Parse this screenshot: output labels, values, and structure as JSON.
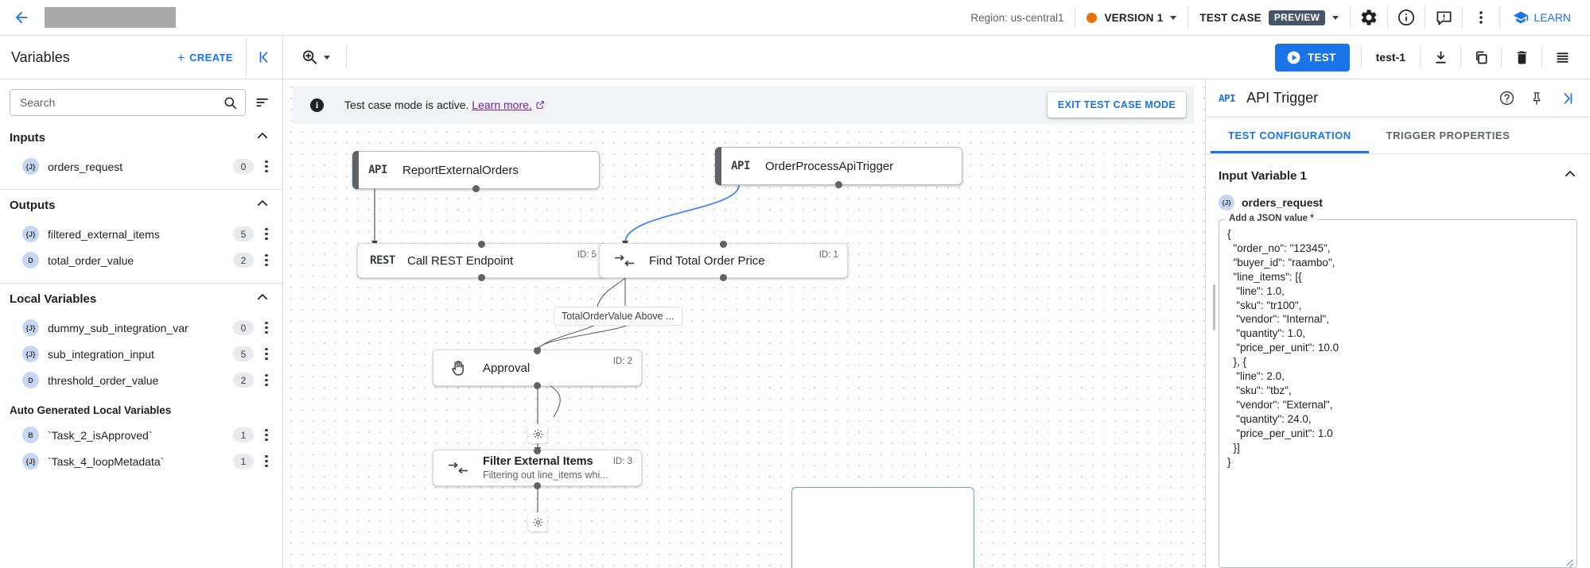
{
  "header": {
    "back_icon": "arrow-left-icon",
    "title_redacted": "",
    "region": "Region: us-central1",
    "version_label": "VERSION 1",
    "version_color": "#e8710a",
    "testcase_label": "TEST CASE",
    "preview_badge": "PREVIEW",
    "icons": [
      "gear-icon",
      "info-icon",
      "feedback-icon",
      "more-vert-icon"
    ],
    "learn_label": "LEARN"
  },
  "toolbar": {
    "panel_title": "Variables",
    "create_label": "CREATE",
    "collapse_icon": "collapse-left-icon",
    "zoom_icon": "zoom-in-icon",
    "test_label": "TEST",
    "test_name": "test-1",
    "icons": [
      "download-icon",
      "copy-icon",
      "delete-icon",
      "list-icon"
    ]
  },
  "sidebar": {
    "search_placeholder": "Search",
    "search_value": "",
    "sort_icon": "sort-icon",
    "sections": [
      {
        "title": "Inputs",
        "items": [
          {
            "type": "{J}",
            "name": "orders_request",
            "count": "0"
          }
        ]
      },
      {
        "title": "Outputs",
        "items": [
          {
            "type": "{J}",
            "name": "filtered_external_items",
            "count": "5"
          },
          {
            "type": "D",
            "name": "total_order_value",
            "count": "2"
          }
        ]
      },
      {
        "title": "Local Variables",
        "items": [
          {
            "type": "{J}",
            "name": "dummy_sub_integration_var",
            "count": "0"
          },
          {
            "type": "{J}",
            "name": "sub_integration_input",
            "count": "5"
          },
          {
            "type": "D",
            "name": "threshold_order_value",
            "count": "2"
          }
        ]
      }
    ],
    "auto_generated_title": "Auto Generated Local Variables",
    "auto_generated_items": [
      {
        "type": "B",
        "name": "`Task_2_isApproved`",
        "count": "1"
      },
      {
        "type": "{J}",
        "name": "`Task_4_loopMetadata`",
        "count": "1"
      }
    ]
  },
  "canvas": {
    "banner": {
      "info_icon": "info-filled-icon",
      "text": "Test case mode is active.",
      "link": "Learn more.",
      "link_icon": "external-link-icon",
      "exit_label": "EXIT TEST CASE MODE"
    },
    "nodes": [
      {
        "kind": "trigger",
        "icon": "API",
        "title": "ReportExternalOrders",
        "subtitle": "",
        "id": ""
      },
      {
        "kind": "trigger",
        "icon": "API",
        "title": "OrderProcessApiTrigger",
        "subtitle": "",
        "id": ""
      },
      {
        "kind": "task",
        "icon": "REST",
        "title": "Call REST Endpoint",
        "subtitle": "",
        "id": "ID: 5"
      },
      {
        "kind": "task",
        "icon": "mapping",
        "title": "Find Total Order Price",
        "subtitle": "",
        "id": "ID: 1"
      },
      {
        "kind": "task",
        "icon": "approval",
        "title": "Approval",
        "subtitle": "",
        "id": "ID: 2"
      },
      {
        "kind": "task",
        "icon": "mapping",
        "title": "Filter External Items",
        "subtitle": "Filtering out line_items whi...",
        "id": "ID: 3"
      }
    ],
    "edge_label": "TotalOrderValue Above ..."
  },
  "rightpanel": {
    "api_tag": "API",
    "title": "API Trigger",
    "icons": [
      "help-icon",
      "pin-icon",
      "collapse-right-icon"
    ],
    "tabs": [
      {
        "label": "TEST CONFIGURATION",
        "active": true
      },
      {
        "label": "TRIGGER PROPERTIES",
        "active": false
      }
    ],
    "section_title": "Input Variable 1",
    "variable": {
      "type": "{J}",
      "name": "orders_request"
    },
    "json_legend": "Add a JSON value *",
    "json_value": "{\n  \"order_no\": \"12345\",\n  \"buyer_id\": \"raambo\",\n  \"line_items\": [{\n   \"line\": 1.0,\n   \"sku\": \"tr100\",\n   \"vendor\": \"Internal\",\n   \"quantity\": 1.0,\n   \"price_per_unit\": 10.0\n  }, {\n   \"line\": 2.0,\n   \"sku\": \"tbz\",\n   \"vendor\": \"External\",\n   \"quantity\": 24.0,\n   \"price_per_unit\": 1.0\n  }]\n}"
  },
  "colors": {
    "accent": "#1a73e8",
    "version_dot": "#e8710a",
    "preview_badge": "#475569",
    "link_purple": "#7b1fa2"
  }
}
